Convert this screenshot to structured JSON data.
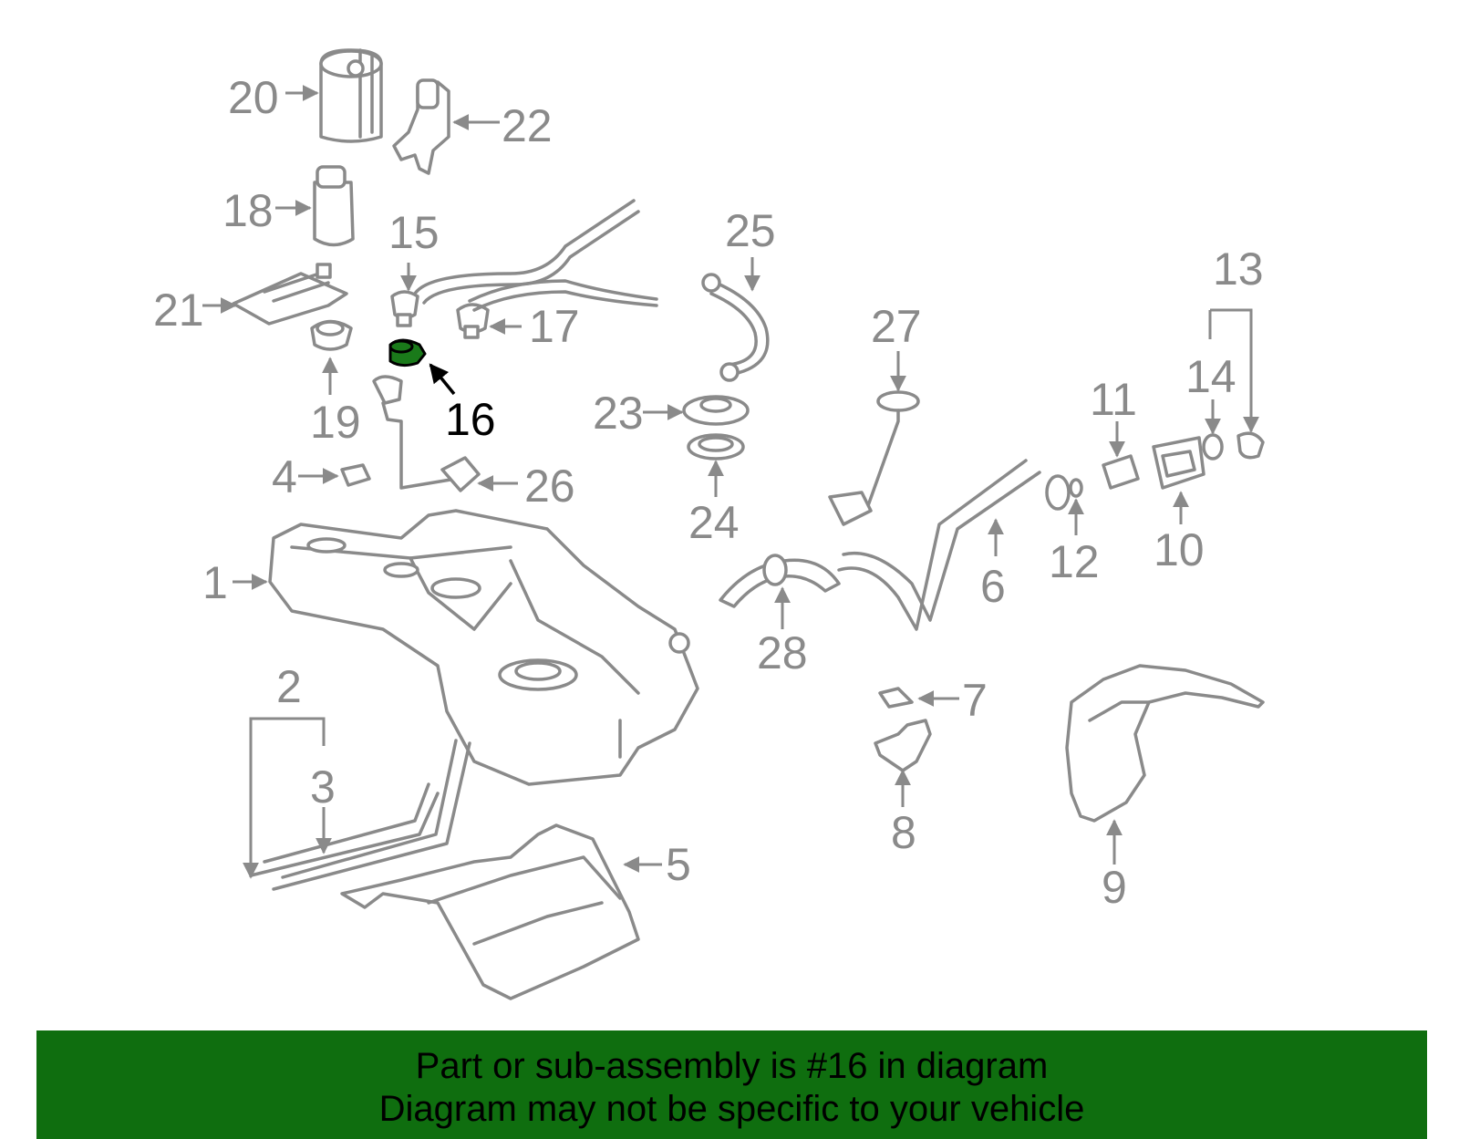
{
  "diagram": {
    "highlighted_part": "16",
    "highlight_color": "#1a7a1a",
    "line_color": "#8a8a8a",
    "callouts": [
      "1",
      "2",
      "3",
      "4",
      "5",
      "6",
      "7",
      "8",
      "9",
      "10",
      "11",
      "12",
      "13",
      "14",
      "15",
      "16",
      "17",
      "18",
      "19",
      "20",
      "21",
      "22",
      "23",
      "24",
      "25",
      "26",
      "27",
      "28"
    ]
  },
  "banner": {
    "line1": "Part or sub-assembly is #16 in diagram",
    "line2": "Diagram may not be specific to your vehicle",
    "background": "#0f6e0f"
  }
}
